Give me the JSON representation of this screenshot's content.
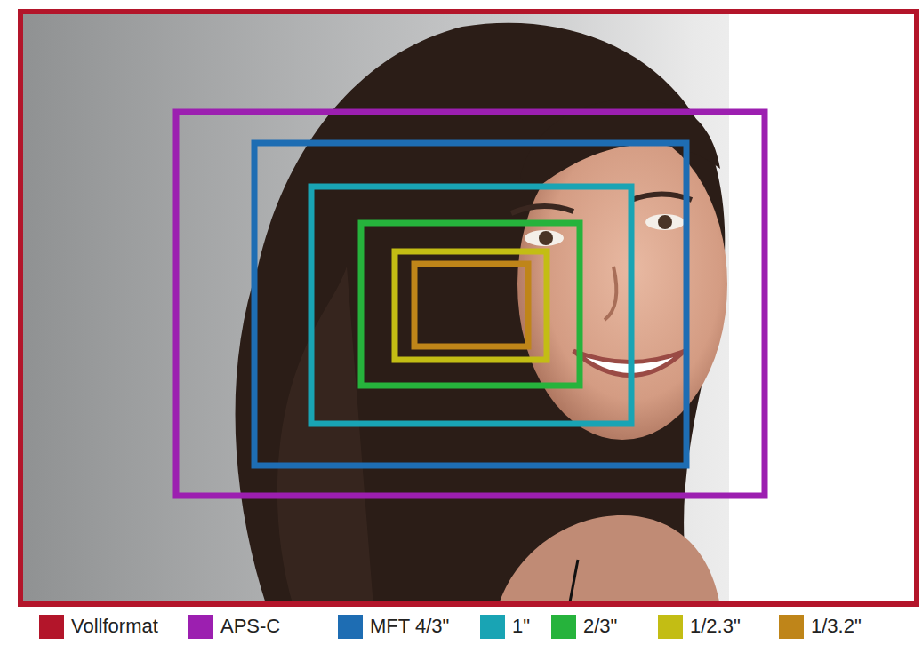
{
  "diagram": {
    "legend": [
      {
        "text": "Vollformat",
        "color": "#b3152a"
      },
      {
        "text": "APS-C",
        "color": "#9c1fb0"
      },
      {
        "text": "MFT 4/3\"",
        "color": "#1e6db3"
      },
      {
        "text": "1\"",
        "color": "#19a4b4"
      },
      {
        "text": "2/3\"",
        "color": "#26b33c"
      },
      {
        "text": "1/2.3\"",
        "color": "#c3bd14"
      },
      {
        "text": "1/3.2\"",
        "color": "#bf8519"
      }
    ]
  }
}
